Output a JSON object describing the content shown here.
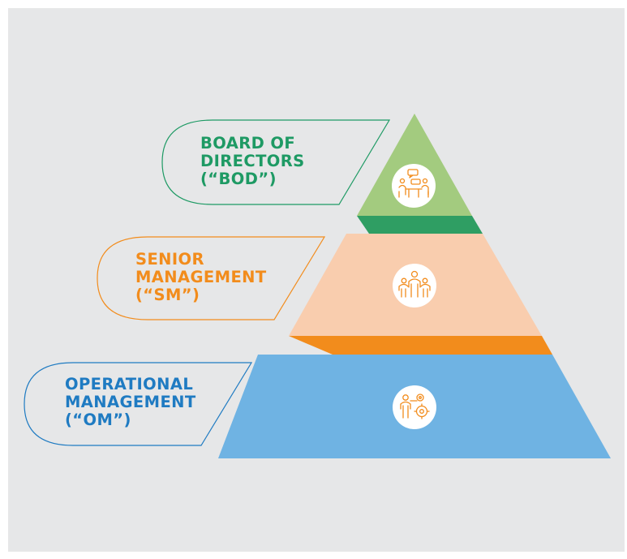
{
  "colors": {
    "background": "#e6e7e8",
    "board": "#1e9a64",
    "board_tier_light": "#a3cb7f",
    "board_tier_dark": "#2f9e63",
    "senior": "#f28c1c",
    "senior_tier_light": "#f9cdae",
    "senior_tier_dark": "#f28c1c",
    "operational": "#1f7bc2",
    "operational_tier": "#6fb3e3"
  },
  "levels": [
    {
      "key": "bod",
      "lines": [
        "BOARD OF",
        "DIRECTORS",
        "(“BOD”)"
      ],
      "icon": "meeting-discussion-icon"
    },
    {
      "key": "sm",
      "lines": [
        "SENIOR",
        "MANAGEMENT",
        "(“SM”)"
      ],
      "icon": "team-group-icon"
    },
    {
      "key": "om",
      "lines": [
        "OPERATIONAL",
        "MANAGEMENT",
        "(“OM”)"
      ],
      "icon": "worker-gears-icon"
    }
  ]
}
